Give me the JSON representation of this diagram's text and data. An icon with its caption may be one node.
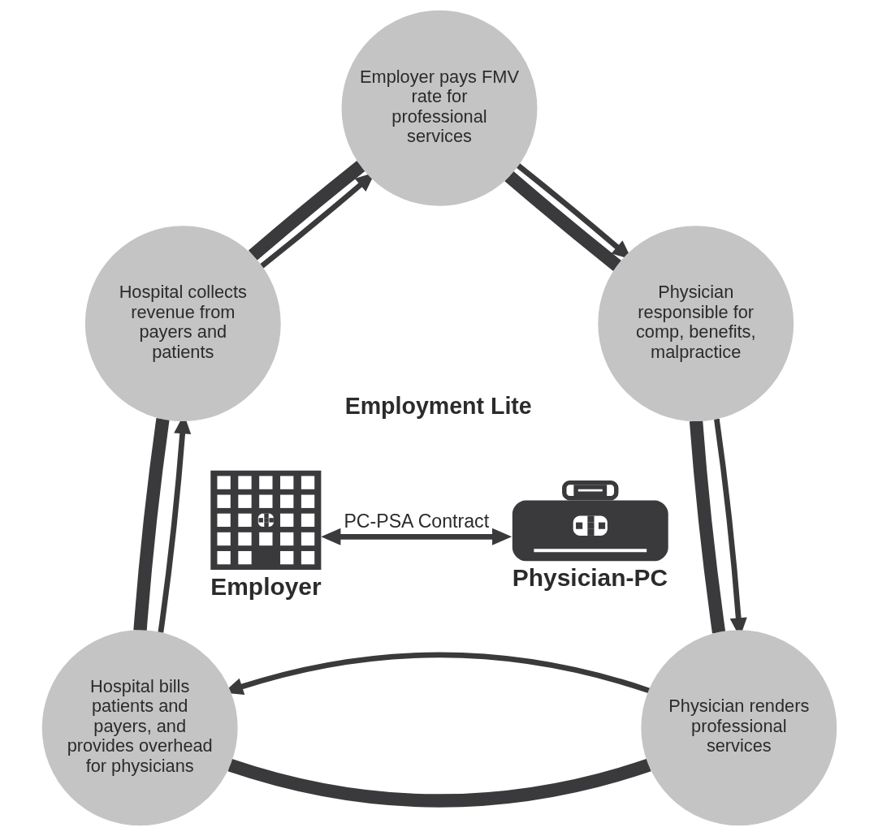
{
  "diagram": {
    "nodes": [
      {
        "text": [
          "Employer pays FMV rate for professional services"
        ]
      },
      {
        "text": [
          "Hospital collects revenue from payers and patients"
        ]
      },
      {
        "text": [
          "Physician responsible for comp, benefits, malpractice"
        ]
      },
      {
        "text": [
          "Employer"
        ]
      },
      {
        "text": [
          "Physician-PC"
        ]
      },
      {
        "text": [
          "Hospital bills patients and payers, and provides overhead for physicians"
        ]
      },
      {
        "text": [
          "Physician renders professional services"
        ]
      }
    ],
    "edges": [
      {
        "from": 0,
        "to": 2,
        "arrow": "none",
        "style": "thick"
      },
      {
        "from": 0,
        "to": 2,
        "arrow": "to"
      },
      {
        "from": 2,
        "to": 6,
        "arrow": "none",
        "style": "thick"
      },
      {
        "from": 2,
        "to": 6,
        "arrow": "to"
      },
      {
        "from": 6,
        "to": 5,
        "arrow": "none",
        "style": "thick"
      },
      {
        "from": 6,
        "to": 5,
        "arrow": "to"
      },
      {
        "from": 5,
        "to": 1,
        "arrow": "none",
        "style": "thick"
      },
      {
        "from": 5,
        "to": 1,
        "arrow": "to"
      },
      {
        "from": 1,
        "to": 0,
        "arrow": "none",
        "style": "thick"
      },
      {
        "from": 1,
        "to": 0,
        "arrow": "to"
      },
      {
        "from": 3,
        "to": 4,
        "arrow": "both",
        "label": "PC-PSA Contract"
      }
    ],
    "labels": [
      "Employment Lite"
    ]
  }
}
